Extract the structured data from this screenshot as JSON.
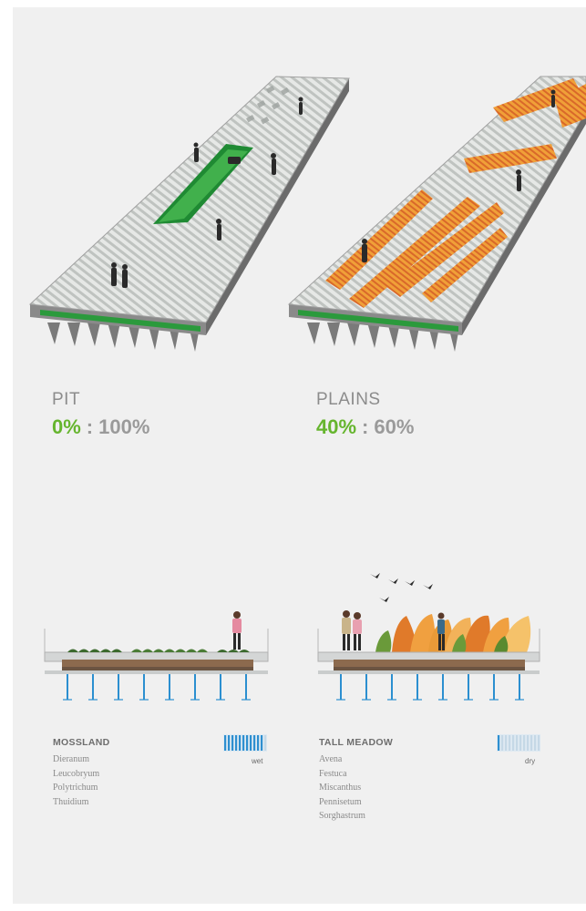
{
  "scenarios": [
    {
      "name": "PIT",
      "ratio_green": "0%",
      "ratio_separator": ":",
      "ratio_other": "100%"
    },
    {
      "name": "PLAINS",
      "ratio_green": "40%",
      "ratio_separator": ":",
      "ratio_other": "60%"
    }
  ],
  "planting_types": [
    {
      "name": "MOSSLAND",
      "species": [
        "Dieranum",
        "Leucobryum",
        "Polytrichum",
        "Thuidium"
      ],
      "moisture_label": "wet",
      "moisture_level": 0.95
    },
    {
      "name": "TALL MEADOW",
      "species": [
        "Avena",
        "Festuca",
        "Miscanthus",
        "Pennisetum",
        "Sorghastrum"
      ],
      "moisture_label": "dry",
      "moisture_level": 0.1
    }
  ],
  "colors": {
    "accent_green": "#66b52e",
    "text_gray": "#9a9a9a",
    "meter_blue": "#2e8fd0",
    "meadow_orange": "#e89a38"
  }
}
